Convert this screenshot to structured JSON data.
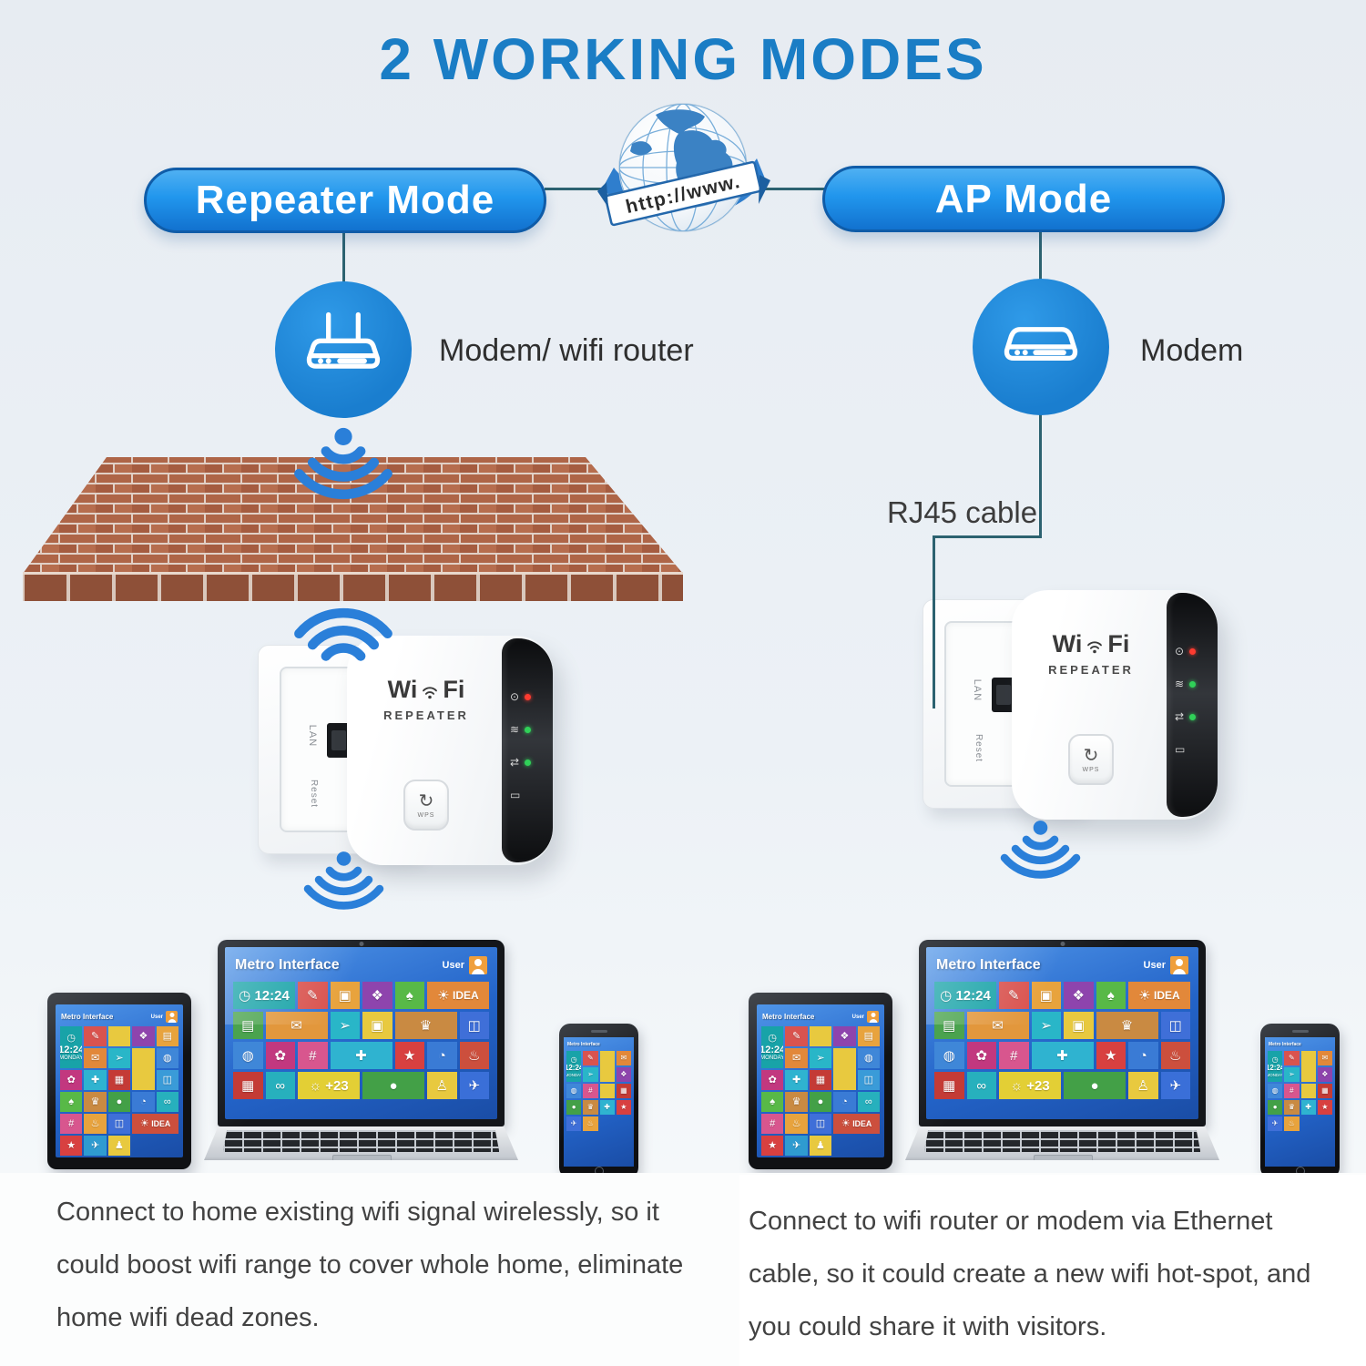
{
  "title": "2 WORKING MODES",
  "globe": {
    "banner": "http://www."
  },
  "modes": [
    {
      "pill_label": "Repeater Mode",
      "node_label": "Modem/ wifi router",
      "description": "Connect to home existing wifi signal wirelessly, so it could boost wifi range to cover whole home, eliminate home wifi dead zones."
    },
    {
      "pill_label": "AP Mode",
      "node_label": "Modem",
      "cable_label": "RJ45 cable",
      "description": "Connect to wifi router or modem via Ethernet cable, so it could create a new wifi hot-spot, and you could share it with visitors."
    }
  ],
  "repeater_device": {
    "brand_wi": "Wi",
    "brand_fi": "Fi",
    "brand_sub": "REPEATER",
    "port_label": "LAN",
    "reset_label": "Reset",
    "wps_label": "WPS"
  },
  "device_screen": {
    "title": "Metro Interface",
    "user_label": "User",
    "clock_time": "12:24",
    "clock_day": "MONDAY",
    "idea_label": "IDEA",
    "weather_label": "+23"
  },
  "colors": {
    "title_blue": "#1a7dc5",
    "pill_blue": "#2196ed",
    "node_blue": "#1e88d5",
    "wifi_blue": "#2a7fd9",
    "connector_line": "#2c6270",
    "brick": "#b26849",
    "text_dark": "#424242"
  },
  "tile_sets": {
    "laptop": [
      {
        "t": "clock",
        "c": "#18a3a8",
        "w": 2
      },
      {
        "c": "#d9534f",
        "g": "✎"
      },
      {
        "c": "#e8a33d",
        "g": "▣"
      },
      {
        "c": "#8e44ad",
        "g": "❖"
      },
      {
        "c": "#58b947",
        "g": "♠"
      },
      {
        "t": "idea",
        "c": "#e2883a",
        "w": 2
      },
      {
        "c": "#4aa34e",
        "g": "▤"
      },
      {
        "c": "#e2973c",
        "g": "✉",
        "w": 2
      },
      {
        "c": "#29b6c8",
        "g": "➢"
      },
      {
        "c": "#e8c93f",
        "g": "▣"
      },
      {
        "c": "#c98a42",
        "g": "♛",
        "w": 2
      },
      {
        "c": "#3f6fd8",
        "g": "◫"
      },
      {
        "c": "#3f87d8",
        "g": "◍"
      },
      {
        "c": "#c2387f",
        "g": "✿"
      },
      {
        "c": "#d8568e",
        "g": "#"
      },
      {
        "c": "#2fb3d0",
        "g": "✚",
        "w": 2
      },
      {
        "c": "#d84040",
        "g": "★"
      },
      {
        "c": "#3a7bd5",
        "g": "◔"
      },
      {
        "c": "#cc4f3d",
        "g": "♨"
      },
      {
        "c": "#c43b36",
        "g": "▦"
      },
      {
        "c": "#27b0bd",
        "g": "∞"
      },
      {
        "t": "weather",
        "c": "#e3cf35",
        "w": 2
      },
      {
        "c": "#43a047",
        "g": "●",
        "w": 2
      },
      {
        "c": "#e8c93f",
        "g": "♙"
      },
      {
        "c": "#3a6fd8",
        "g": "✈"
      }
    ],
    "tablet": [
      {
        "t": "clockbig",
        "c": "#18a3a8",
        "h": 2
      },
      {
        "c": "#d9534f",
        "g": "✎"
      },
      {
        "c": "#e8c93f"
      },
      {
        "c": "#8e44ad",
        "g": "❖"
      },
      {
        "c": "#e8a33d",
        "g": "▤"
      },
      {
        "c": "#e2883a",
        "g": "✉"
      },
      {
        "c": "#29b6c8",
        "g": "➢"
      },
      {
        "c": "#e8c93f",
        "h": 2
      },
      {
        "c": "#3f87d8",
        "g": "◍"
      },
      {
        "c": "#c2387f",
        "g": "✿"
      },
      {
        "c": "#2fb3d0",
        "g": "✚"
      },
      {
        "c": "#c43b36",
        "g": "▦"
      },
      {
        "c": "#3a9bd8",
        "g": "◫"
      },
      {
        "c": "#58b947",
        "g": "♠"
      },
      {
        "c": "#c98a42",
        "g": "♛"
      },
      {
        "c": "#43a047",
        "g": "●"
      },
      {
        "c": "#3a7bd5",
        "g": "◔"
      },
      {
        "c": "#27b0bd",
        "g": "∞"
      },
      {
        "c": "#d8568e",
        "g": "#"
      },
      {
        "c": "#e8a33d",
        "g": "♨"
      },
      {
        "c": "#3f6fd8",
        "g": "◫"
      },
      {
        "t": "idea",
        "c": "#cc4f3d",
        "w": 2
      },
      {
        "c": "#d84040",
        "g": "★"
      },
      {
        "c": "#2f9bd0",
        "g": "✈"
      },
      {
        "c": "#e8c93f",
        "g": "♟"
      }
    ],
    "phone": [
      {
        "t": "clockbig",
        "c": "#18a3a8",
        "h": 2
      },
      {
        "c": "#d9534f",
        "g": "✎"
      },
      {
        "c": "#e8c93f",
        "h": 2
      },
      {
        "c": "#e2883a",
        "g": "✉"
      },
      {
        "c": "#29b6c8",
        "g": "➢"
      },
      {
        "c": "#8e44ad",
        "g": "❖"
      },
      {
        "c": "#3f87d8",
        "g": "◍"
      },
      {
        "c": "#d8568e",
        "g": "#"
      },
      {
        "c": "#e8c93f"
      },
      {
        "c": "#c43b36",
        "g": "▦"
      },
      {
        "c": "#43a047",
        "g": "●"
      },
      {
        "c": "#c98a42",
        "g": "♛"
      },
      {
        "c": "#2fb3d0",
        "g": "✚"
      },
      {
        "c": "#d84040",
        "g": "★"
      },
      {
        "c": "#3f6fd8",
        "g": "✈"
      },
      {
        "c": "#e8a33d",
        "g": "♨"
      }
    ]
  }
}
